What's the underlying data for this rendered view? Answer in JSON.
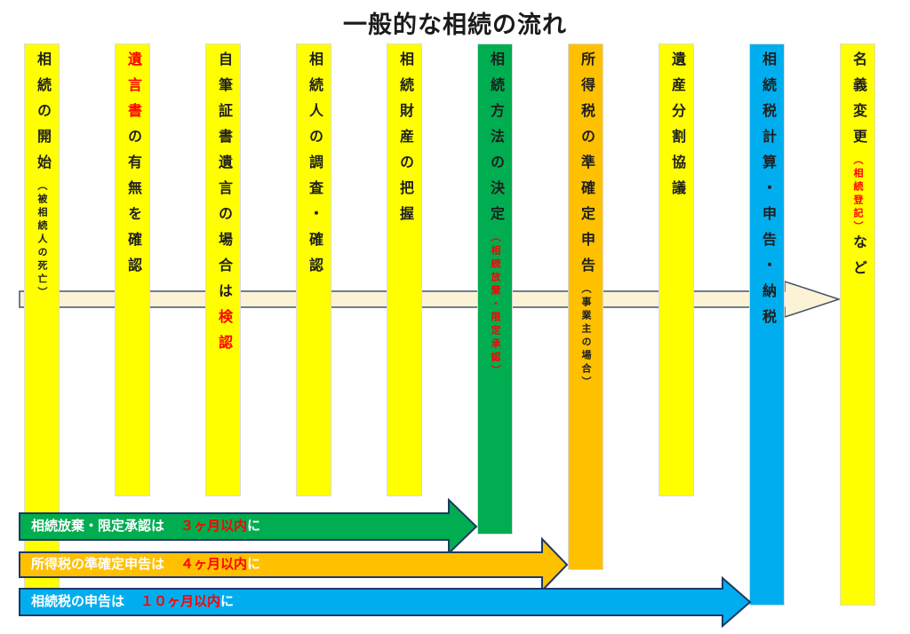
{
  "title": "一般的な相続の流れ",
  "colors": {
    "yellow": "#FFFF00",
    "green": "#00AD50",
    "orange": "#FFC000",
    "blue": "#00AEEF",
    "cream": "#FCF2D6",
    "red": "#FF0000",
    "text": "#1F1F1F",
    "white": "#FFFFFF",
    "timeline_border": "#44546A",
    "arrow_border": "#1F3864"
  },
  "columns": [
    {
      "id": "step-inheritance-start",
      "fill": "yellow",
      "parts": [
        {
          "text": "相続の開始",
          "size": "main",
          "color": "black",
          "bold": false
        },
        {
          "text": "（被相続人の死亡）",
          "size": "sub",
          "color": "black",
          "bold": false
        }
      ]
    },
    {
      "id": "step-will-existence-check",
      "fill": "yellow",
      "parts": [
        {
          "text": "遺言書",
          "size": "main",
          "color": "red",
          "bold": true
        },
        {
          "text": "の有無を確認",
          "size": "main",
          "color": "black",
          "bold": false
        }
      ]
    },
    {
      "id": "step-holograph-will-probate",
      "fill": "yellow",
      "parts": [
        {
          "text": "自筆証書遺言の場合は",
          "size": "main",
          "color": "black",
          "bold": false
        },
        {
          "text": "検認",
          "size": "main",
          "color": "red",
          "bold": true
        }
      ]
    },
    {
      "id": "step-heir-investigation",
      "fill": "yellow",
      "parts": [
        {
          "text": "相続人の調査・確認",
          "size": "main",
          "color": "black",
          "bold": false
        }
      ]
    },
    {
      "id": "step-asset-assessment",
      "fill": "yellow",
      "parts": [
        {
          "text": "相続財産の把握",
          "size": "main",
          "color": "black",
          "bold": false
        }
      ]
    },
    {
      "id": "step-method-decision",
      "fill": "green",
      "parts": [
        {
          "text": "相続方法の決定",
          "size": "main",
          "color": "black",
          "bold": false
        },
        {
          "text": "（相続放棄・限定承認）",
          "size": "sub",
          "color": "red",
          "bold": true
        }
      ]
    },
    {
      "id": "step-income-tax-quasi-final-return",
      "fill": "orange",
      "parts": [
        {
          "text": "所得税の準確定申告",
          "size": "main",
          "color": "black",
          "bold": false
        },
        {
          "text": "（事業主の場合）",
          "size": "sub",
          "color": "black",
          "bold": false
        }
      ]
    },
    {
      "id": "step-estate-division-agreement",
      "fill": "yellow",
      "parts": [
        {
          "text": "遺産分割協議",
          "size": "main",
          "color": "black",
          "bold": false
        }
      ]
    },
    {
      "id": "step-inheritance-tax-calc-file-pay",
      "fill": "blue",
      "parts": [
        {
          "text": "相続税計算・申告・納税",
          "size": "main",
          "color": "black",
          "bold": false
        }
      ]
    },
    {
      "id": "step-name-change",
      "fill": "yellow",
      "parts": [
        {
          "text": "名義変更",
          "size": "main",
          "color": "black",
          "bold": false
        },
        {
          "text": "（相続登記）",
          "size": "sub",
          "color": "red",
          "bold": true
        },
        {
          "text": "など",
          "size": "main",
          "color": "black",
          "bold": false
        }
      ]
    }
  ],
  "timeline_arrow": {
    "fill": "cream",
    "border": "timeline_border"
  },
  "deadline_arrows": [
    {
      "id": "deadline-3-months",
      "fill": "green",
      "border": "arrow_border",
      "prefix": "相続放棄・限定承認は",
      "deadline": "３ヶ月以内",
      "suffix": "に",
      "text_color": "white",
      "deadline_color": "red"
    },
    {
      "id": "deadline-4-months",
      "fill": "orange",
      "border": "arrow_border",
      "prefix": "所得税の準確定申告は",
      "deadline": "４ヶ月以内",
      "suffix": "に",
      "text_color": "white",
      "deadline_color": "red"
    },
    {
      "id": "deadline-10-months",
      "fill": "blue",
      "border": "arrow_border",
      "prefix": "相続税の申告は",
      "deadline": "１０ヶ月以内",
      "suffix": "に",
      "text_color": "white",
      "deadline_color": "red"
    }
  ]
}
